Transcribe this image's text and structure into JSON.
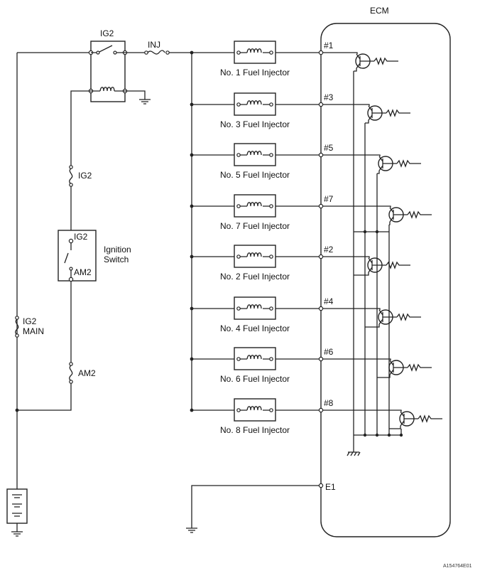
{
  "ecm": {
    "label": "ECM"
  },
  "relay": {
    "label": "IG2"
  },
  "fuse_inj": {
    "label": "INJ"
  },
  "fuse_ig2": {
    "label": "IG2"
  },
  "fuse_ig2_main": {
    "line1": "IG2",
    "line2": "MAIN"
  },
  "fuse_am2": {
    "label": "AM2"
  },
  "ignition_switch": {
    "name_line1": "Ignition",
    "name_line2": "Switch",
    "terminal_top": "IG2",
    "terminal_bottom": "AM2"
  },
  "injectors": [
    {
      "label": "No. 1 Fuel Injector",
      "pin": "#1"
    },
    {
      "label": "No. 3 Fuel Injector",
      "pin": "#3"
    },
    {
      "label": "No. 5 Fuel Injector",
      "pin": "#5"
    },
    {
      "label": "No. 7 Fuel Injector",
      "pin": "#7"
    },
    {
      "label": "No. 2 Fuel Injector",
      "pin": "#2"
    },
    {
      "label": "No. 4 Fuel Injector",
      "pin": "#4"
    },
    {
      "label": "No. 6 Fuel Injector",
      "pin": "#6"
    },
    {
      "label": "No. 8 Fuel Injector",
      "pin": "#8"
    }
  ],
  "e1": {
    "label": "E1"
  },
  "figure_code": {
    "label": "A154764E01"
  }
}
